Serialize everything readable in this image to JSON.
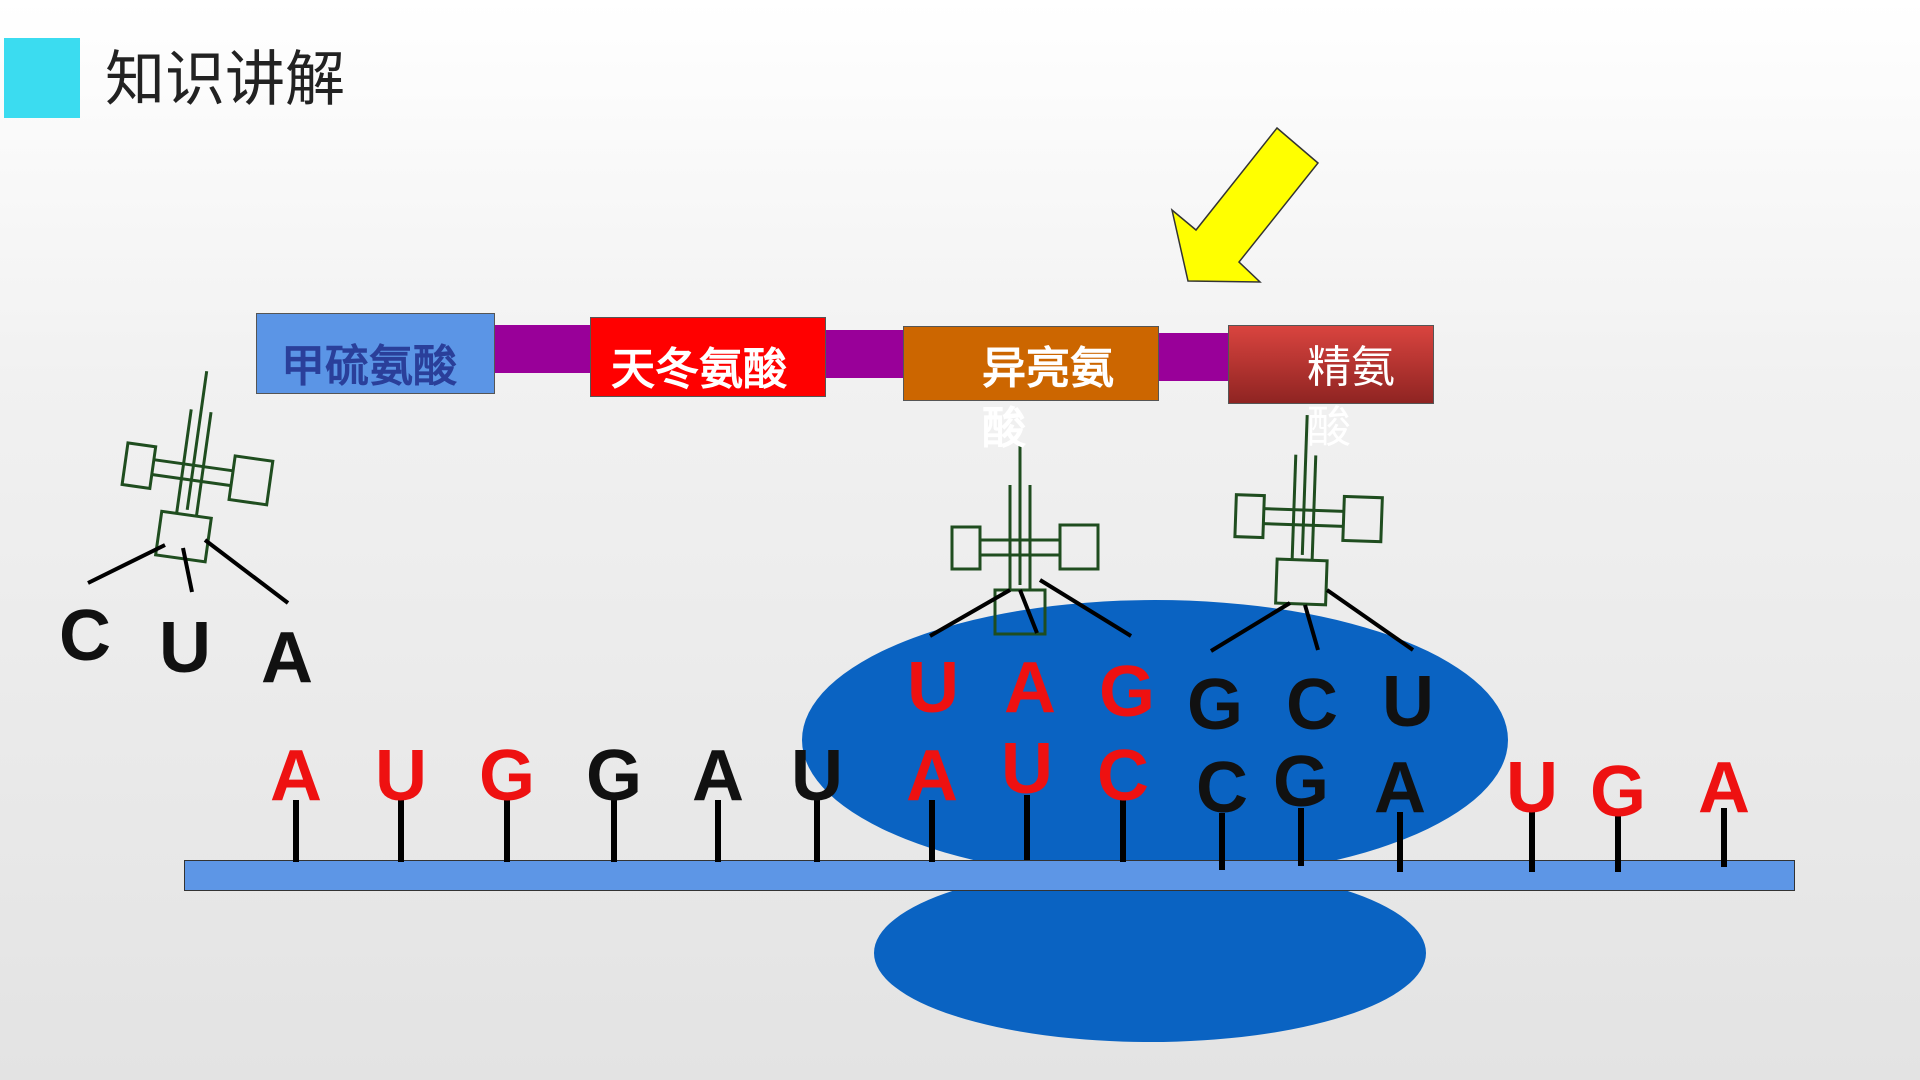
{
  "header": {
    "title": "知识讲解"
  },
  "colors": {
    "accent": "#3bdcf0",
    "ribosome": "#0a63c2",
    "mrna_strip": "#5d96e6",
    "peptide_bond": "#990099",
    "arrow": "#ffff00",
    "trna_outline": "#1f4d1f",
    "base_red": "#ee1111",
    "base_black": "#111111"
  },
  "amino_acids": [
    {
      "label": "甲硫氨酸",
      "color": "#5b95e6",
      "text_color": "#2a3f9a"
    },
    {
      "label": "天冬氨酸",
      "color": "#ff0000",
      "text_color": "#ffffff"
    },
    {
      "label": "异亮氨酸",
      "color": "#cc6600",
      "text_color": "#ffffff"
    },
    {
      "label": "精氨酸",
      "color": "#b2312e",
      "text_color": "#ffffff"
    }
  ],
  "free_trna": {
    "anticodon": [
      "C",
      "U",
      "A"
    ]
  },
  "bound_trnas": [
    {
      "anticodon": [
        "U",
        "A",
        "G"
      ],
      "highlight": "red"
    },
    {
      "anticodon": [
        "G",
        "C",
        "U"
      ],
      "highlight": "black"
    }
  ],
  "mrna": {
    "bases": [
      {
        "base": "A",
        "color": "red"
      },
      {
        "base": "U",
        "color": "red"
      },
      {
        "base": "G",
        "color": "red"
      },
      {
        "base": "G",
        "color": "black"
      },
      {
        "base": "A",
        "color": "black"
      },
      {
        "base": "U",
        "color": "black"
      },
      {
        "base": "A",
        "color": "red"
      },
      {
        "base": "U",
        "color": "red"
      },
      {
        "base": "C",
        "color": "red"
      },
      {
        "base": "C",
        "color": "black"
      },
      {
        "base": "G",
        "color": "black"
      },
      {
        "base": "A",
        "color": "black"
      },
      {
        "base": "U",
        "color": "red"
      },
      {
        "base": "G",
        "color": "red"
      },
      {
        "base": "A",
        "color": "red"
      }
    ]
  }
}
